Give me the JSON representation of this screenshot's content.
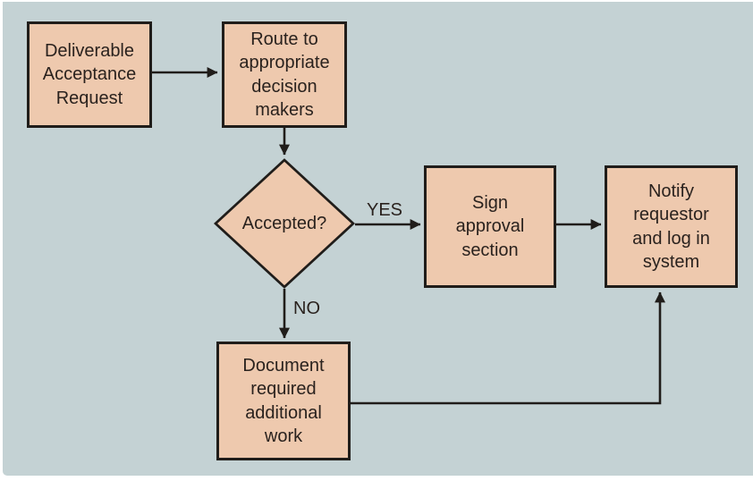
{
  "diagram": {
    "type": "flowchart",
    "colors": {
      "panel_background": "#c4d2d4",
      "node_fill": "#eec9ae",
      "node_border": "#201d1a",
      "connector": "#201d1a",
      "text": "#2a221e",
      "page_margin": "#ffffff"
    },
    "nodes": [
      {
        "id": "deliverable",
        "type": "process",
        "label": "Deliverable\nAcceptance\nRequest"
      },
      {
        "id": "route",
        "type": "process",
        "label": "Route to\nappropriate\ndecision\nmakers"
      },
      {
        "id": "accepted",
        "type": "decision",
        "label": "Accepted?"
      },
      {
        "id": "sign",
        "type": "process",
        "label": "Sign\napproval\nsection"
      },
      {
        "id": "notify",
        "type": "process",
        "label": "Notify\nrequestor\nand log in\nsystem"
      },
      {
        "id": "document",
        "type": "process",
        "label": "Document\nrequired\nadditional\nwork"
      }
    ],
    "edges": [
      {
        "from": "deliverable",
        "to": "route",
        "label": ""
      },
      {
        "from": "route",
        "to": "accepted",
        "label": ""
      },
      {
        "from": "accepted",
        "to": "sign",
        "label": "YES"
      },
      {
        "from": "sign",
        "to": "notify",
        "label": ""
      },
      {
        "from": "accepted",
        "to": "document",
        "label": "NO"
      },
      {
        "from": "document",
        "to": "notify",
        "label": ""
      }
    ]
  }
}
